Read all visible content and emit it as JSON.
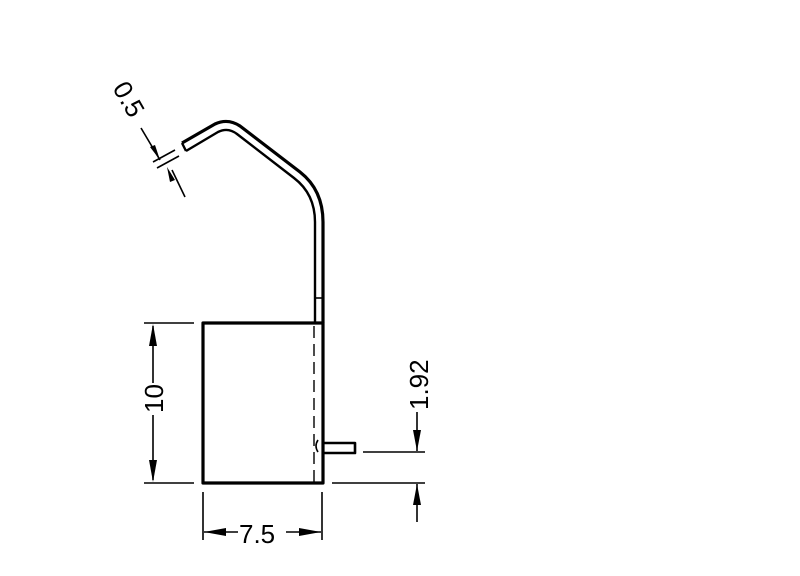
{
  "drawing": {
    "dimensions": {
      "wire_thickness": "0.5",
      "body_height": "10",
      "body_width": "7.5",
      "pin_offset": "1.92"
    },
    "line_color": "#000000",
    "background": "#ffffff"
  }
}
